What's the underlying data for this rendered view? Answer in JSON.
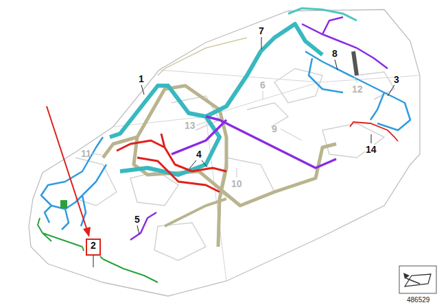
{
  "diagram": {
    "nodes": [
      {
        "text": [
          "2"
        ]
      }
    ],
    "labels": [
      "1",
      "3",
      "4",
      "5",
      "6",
      "7",
      "8",
      "9",
      "10",
      "11",
      "12",
      "13",
      "14",
      "486529"
    ]
  }
}
